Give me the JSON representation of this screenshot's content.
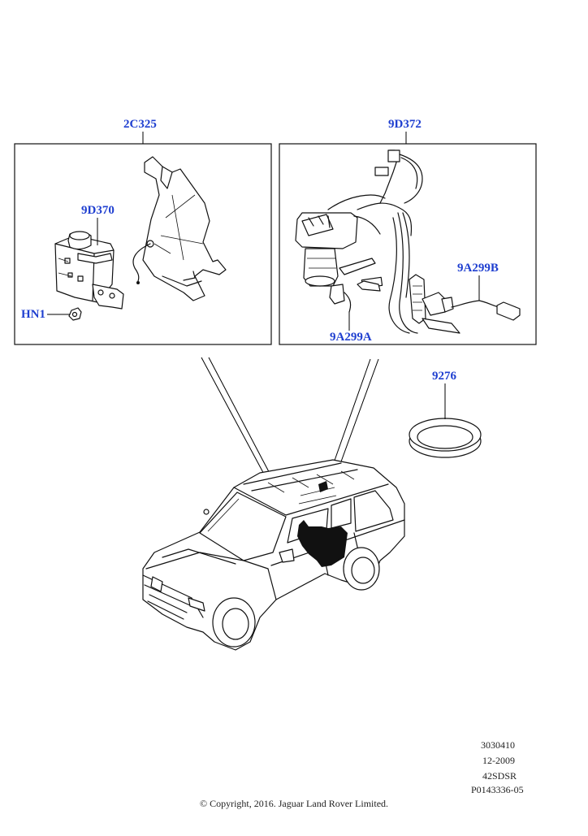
{
  "colors": {
    "callout": "#1f3fd0",
    "leader": "#000000",
    "line": "#111111",
    "panel": "#ffffff"
  },
  "callouts": {
    "module_group": "2C325",
    "module": "9D370",
    "nut": "HN1",
    "pump_group": "9D372",
    "sender_a": "9A299A",
    "sender_b": "9A299B",
    "lock_ring": "9276"
  },
  "reference": {
    "code": "3030410",
    "date": "12-2009",
    "model": "42SDSR",
    "illustration": "P0143336-05"
  },
  "copyright": "© Copyright, 2016. Jaguar Land Rover Limited."
}
